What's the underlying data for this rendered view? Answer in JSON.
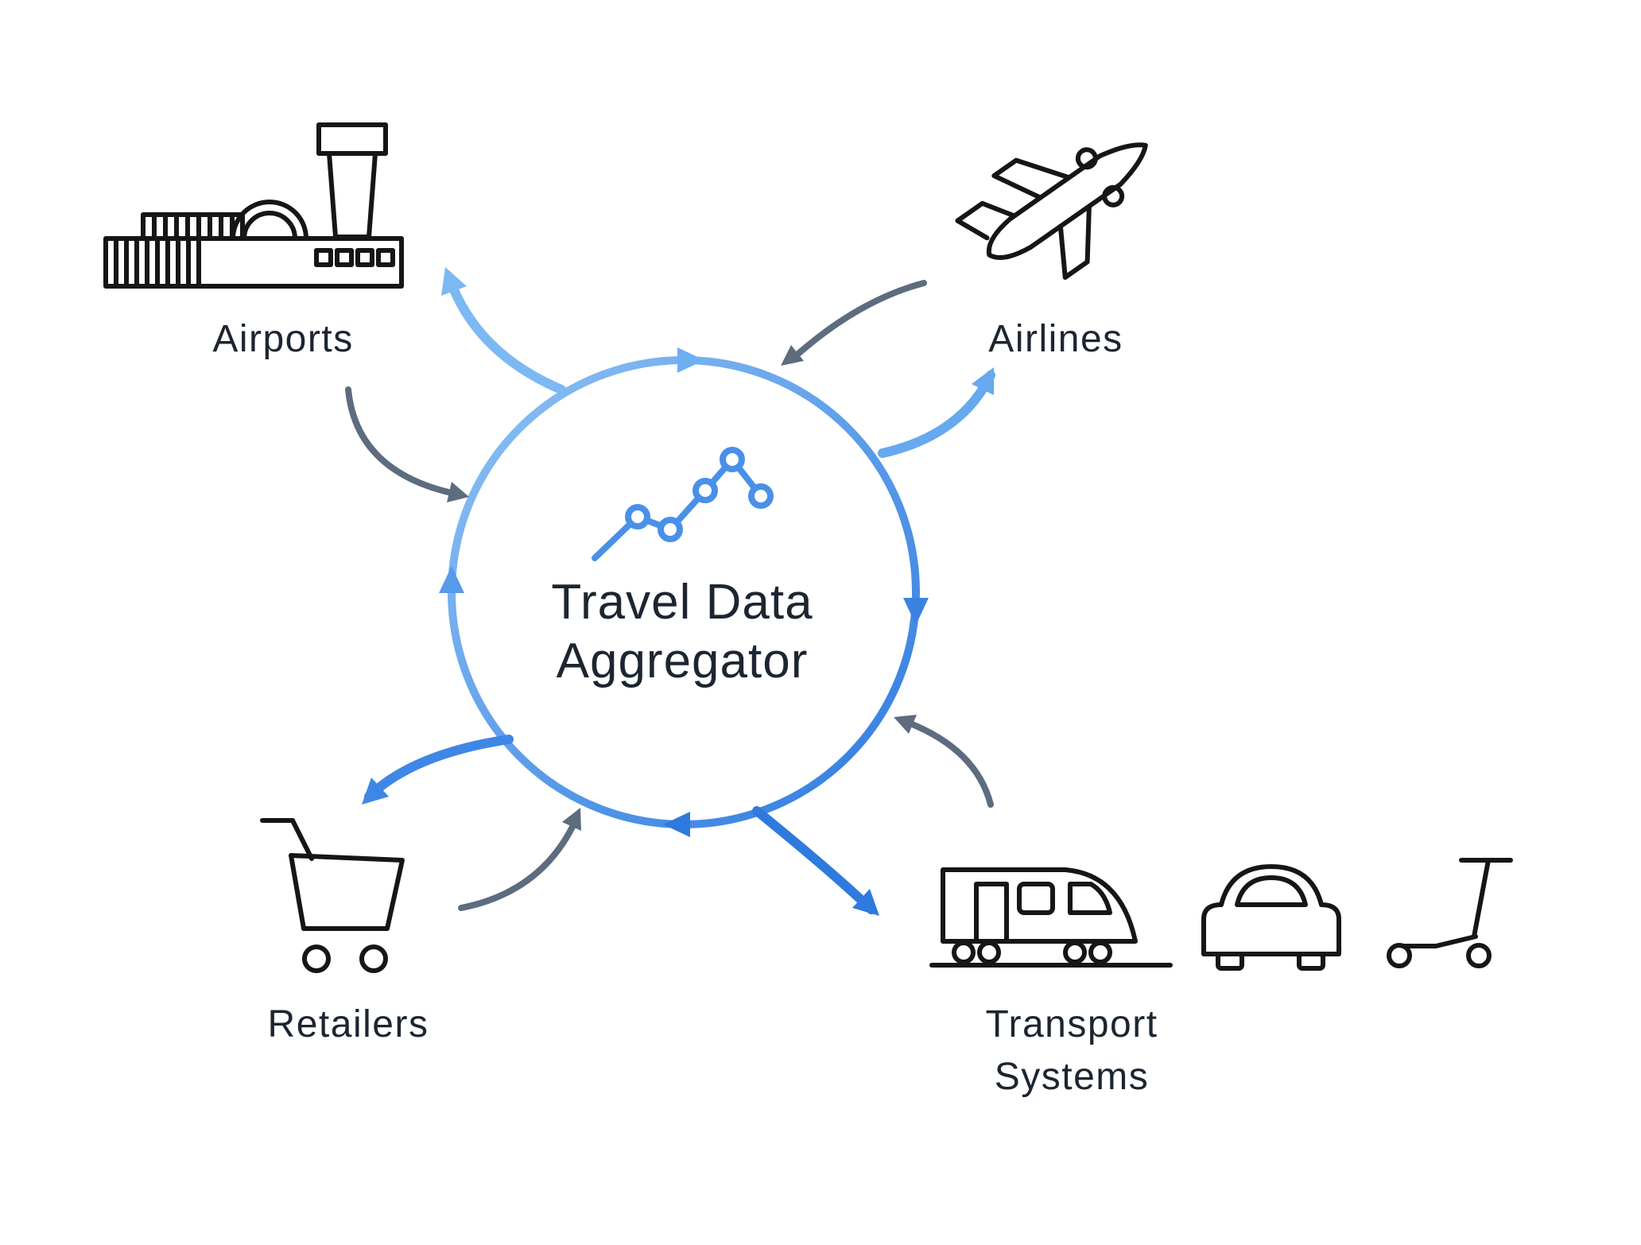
{
  "center": {
    "title_line1": "Travel Data",
    "title_line2": "Aggregator",
    "icon": "line-chart-icon"
  },
  "nodes": {
    "airports": {
      "label": "Airports",
      "icon": "airport-building-icon"
    },
    "airlines": {
      "label": "Airlines",
      "icon": "airplane-icon"
    },
    "retailers": {
      "label": "Retailers",
      "icon": "shopping-cart-icon"
    },
    "transport": {
      "label_line1": "Transport",
      "label_line2": "Systems",
      "icons": [
        "train-icon",
        "car-icon",
        "scooter-icon"
      ]
    }
  },
  "flows": [
    {
      "from": "airports",
      "to": "aggregator",
      "style": "gray"
    },
    {
      "from": "aggregator",
      "to": "airports",
      "style": "blue"
    },
    {
      "from": "airlines",
      "to": "aggregator",
      "style": "gray"
    },
    {
      "from": "aggregator",
      "to": "airlines",
      "style": "blue"
    },
    {
      "from": "retailers",
      "to": "aggregator",
      "style": "gray"
    },
    {
      "from": "aggregator",
      "to": "retailers",
      "style": "blue"
    },
    {
      "from": "transport",
      "to": "aggregator",
      "style": "gray"
    },
    {
      "from": "aggregator",
      "to": "transport",
      "style": "blue"
    }
  ],
  "cycle": {
    "shape": "circle",
    "direction": "clockwise",
    "arrowheads": 4
  },
  "colors": {
    "ring_gradient_start": "#8fc3f5",
    "ring_gradient_end": "#2e7ade",
    "arrow_blue_light": "#7cb9f3",
    "arrow_blue_medium": "#66a9ef",
    "arrow_blue_deep": "#3f87e6",
    "arrow_blue_dark": "#2e7ade",
    "arrow_gray": "#5d6c7e",
    "icon_stroke": "#161616",
    "chart_blue": "#4a90e8",
    "text": "#1c2531",
    "background": "#ffffff"
  }
}
